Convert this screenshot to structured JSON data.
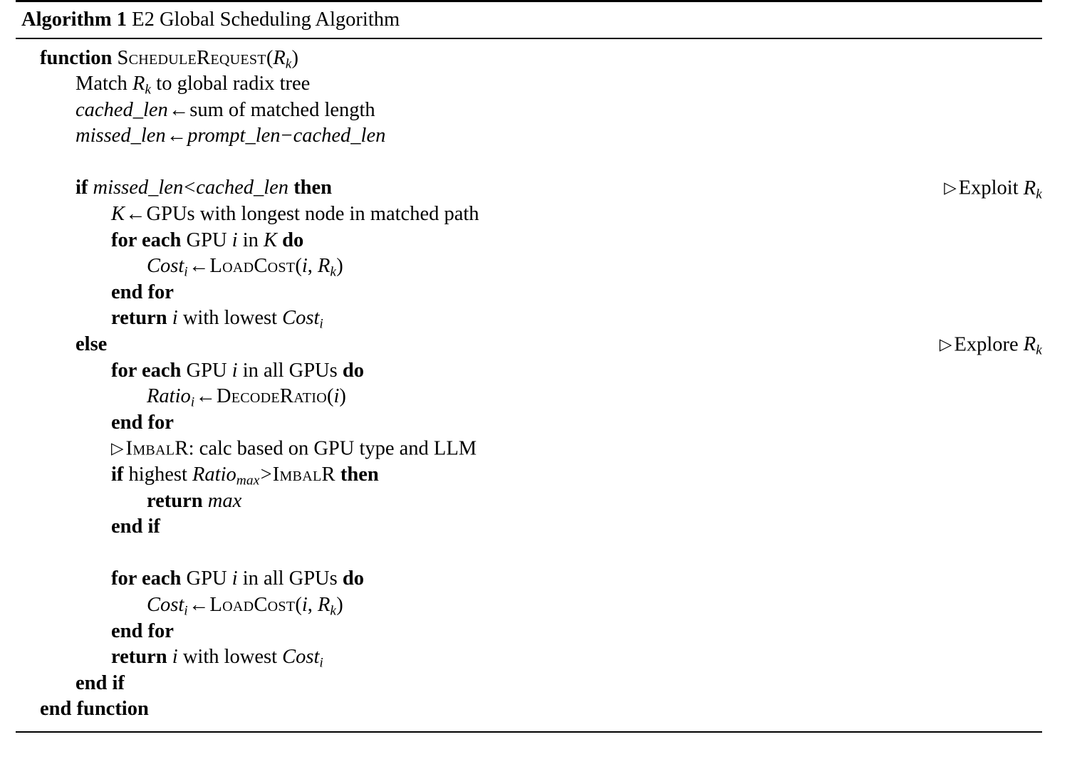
{
  "caption": {
    "label": "Algorithm 1",
    "title": "E2 Global Scheduling Algorithm"
  },
  "symbols": {
    "assign": "←",
    "minus": "−",
    "lt": "<",
    "gt": ">",
    "triangle": "▷"
  },
  "lines": {
    "l1": {
      "kw": "function",
      "name": "ScheduleRequest",
      "arg_open": "(",
      "arg": "R",
      "arg_sub": "k",
      "arg_close": ")"
    },
    "l2": {
      "pre": "Match ",
      "var": "R",
      "var_sub": "k",
      "post": " to global radix tree"
    },
    "l3": {
      "lhs": "cached_len",
      "rhs": "sum of matched length"
    },
    "l4": {
      "lhs": "missed_len",
      "rhs_a": "prompt_len",
      "rhs_b": "cached_len"
    },
    "l5": {
      "kw_if": "if",
      "lhs": "missed_len",
      "rhs": "cached_len",
      "kw_then": "then",
      "comment": "Exploit ",
      "comment_var": "R",
      "comment_sub": "k"
    },
    "l6": {
      "lhs": "K",
      "rhs": "GPUs with longest node in matched path"
    },
    "l7": {
      "kw_for": "for each",
      "mid": "GPU ",
      "var": "i",
      "mid2": " in ",
      "var2": "K",
      "kw_do": "do"
    },
    "l8": {
      "lhs": "Cost",
      "lhs_sub": "i",
      "fn": "LoadCost",
      "a1": "i",
      "a2": "R",
      "a2_sub": "k"
    },
    "l9": {
      "kw": "end for"
    },
    "l10": {
      "kw": "return",
      "mid": " ",
      "var": "i",
      "post": " with lowest ",
      "var2": "Cost",
      "var2_sub": "i"
    },
    "l11": {
      "kw": "else",
      "comment": "Explore ",
      "comment_var": "R",
      "comment_sub": "k"
    },
    "l12": {
      "kw_for": "for each",
      "mid": "GPU ",
      "var": "i",
      "mid2": " in all GPUs ",
      "kw_do": "do"
    },
    "l13": {
      "lhs": "Ratio",
      "lhs_sub": "i",
      "fn": "DecodeRatio",
      "a1": "i"
    },
    "l14": {
      "kw": "end for"
    },
    "l15": {
      "fn": "ImbalR",
      "text": ": calc based on GPU type and LLM"
    },
    "l16": {
      "kw_if": "if",
      "pre": "highest ",
      "var": "Ratio",
      "var_sub": "max",
      "fn": "ImbalR",
      "kw_then": "then"
    },
    "l17": {
      "kw": "return",
      "var": "max"
    },
    "l18": {
      "kw": "end if"
    },
    "l19": {
      "kw_for": "for each",
      "mid": "GPU ",
      "var": "i",
      "mid2": " in all GPUs ",
      "kw_do": "do"
    },
    "l20": {
      "lhs": "Cost",
      "lhs_sub": "i",
      "fn": "LoadCost",
      "a1": "i",
      "a2": "R",
      "a2_sub": "k"
    },
    "l21": {
      "kw": "end for"
    },
    "l22": {
      "kw": "return",
      "mid": " ",
      "var": "i",
      "post": " with lowest ",
      "var2": "Cost",
      "var2_sub": "i"
    },
    "l23": {
      "kw": "end if"
    },
    "l24": {
      "kw": "end function"
    }
  }
}
